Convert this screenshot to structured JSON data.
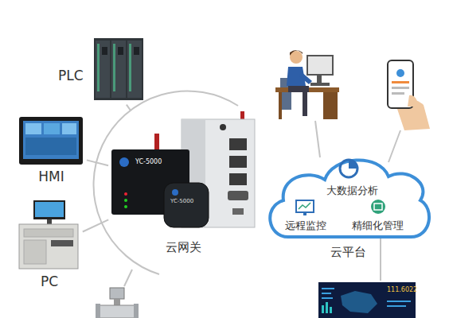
{
  "diagram": {
    "nodes": [
      {
        "text": [
          "PLC"
        ]
      },
      {
        "text": [
          "HMI"
        ]
      },
      {
        "text": [
          "PC"
        ]
      },
      {
        "text": [
          "云网关"
        ]
      },
      {
        "text": [
          "大数据分析",
          "远程监控",
          "精细化管理",
          "云平台"
        ]
      }
    ],
    "edges": [
      {
        "from": 3,
        "to": 0,
        "arrow": "none"
      },
      {
        "from": 3,
        "to": 1,
        "arrow": "none"
      },
      {
        "from": 3,
        "to": 2,
        "arrow": "none"
      }
    ],
    "labels": [
      "YC-5000",
      "YC-5000",
      "111.6022"
    ]
  }
}
